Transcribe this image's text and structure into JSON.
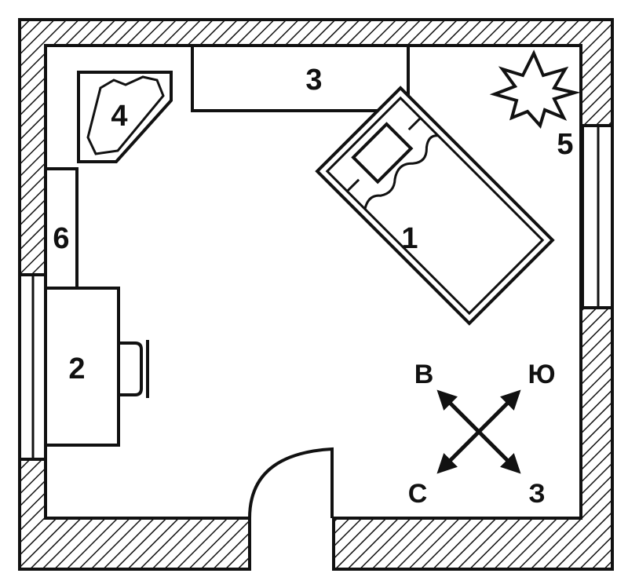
{
  "plan": {
    "labels": {
      "bed": "1",
      "desk": "2",
      "wardrobe": "3",
      "armchair": "4",
      "lamp": "5",
      "shelf": "6"
    },
    "compass": {
      "north_west": "В",
      "north_east": "Ю",
      "south_west": "С",
      "south_east": "З"
    },
    "colors": {
      "ink": "#111111",
      "wall_hatch": "#111111",
      "background": "#ffffff"
    }
  }
}
